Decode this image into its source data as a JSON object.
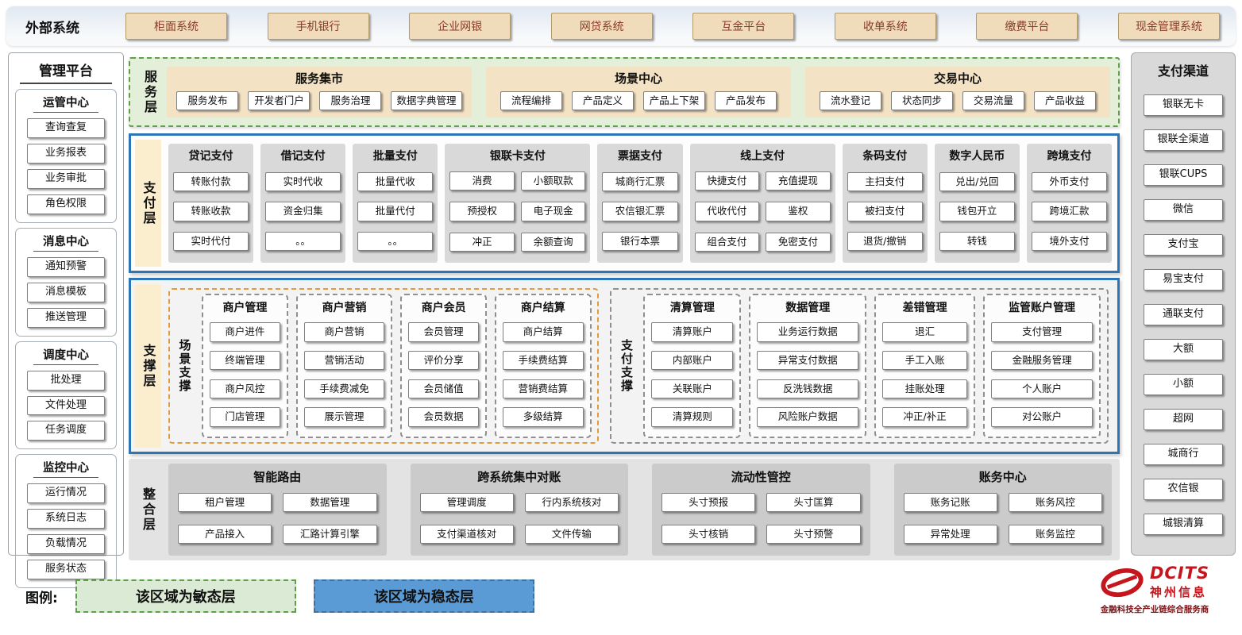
{
  "colors": {
    "agile_green": "#70ad47",
    "stable_blue": "#2e75b6",
    "brand_red": "#c4161c"
  },
  "external": {
    "label": "外部系统",
    "systems": [
      "柜面系统",
      "手机银行",
      "企业网银",
      "网贷系统",
      "互金平台",
      "收单系统",
      "缴费平台",
      "现金管理系统"
    ]
  },
  "management": {
    "title": "管理平台",
    "sections": [
      {
        "title": "运管中心",
        "items": [
          "查询查复",
          "业务报表",
          "业务审批",
          "角色权限"
        ]
      },
      {
        "title": "消息中心",
        "items": [
          "通知预警",
          "消息模板",
          "推送管理"
        ]
      },
      {
        "title": "调度中心",
        "items": [
          "批处理",
          "文件处理",
          "任务调度"
        ]
      },
      {
        "title": "监控中心",
        "items": [
          "运行情况",
          "系统日志",
          "负载情况",
          "服务状态"
        ]
      }
    ]
  },
  "service_layer": {
    "label": "服务层",
    "groups": [
      {
        "title": "服务集市",
        "items": [
          "服务发布",
          "开发者门户",
          "服务治理",
          "数据字典管理"
        ]
      },
      {
        "title": "场景中心",
        "items": [
          "流程编排",
          "产品定义",
          "产品上下架",
          "产品发布"
        ]
      },
      {
        "title": "交易中心",
        "items": [
          "流水登记",
          "状态同步",
          "交易流量",
          "产品收益"
        ]
      }
    ]
  },
  "payment_layer": {
    "label": "支付层",
    "groups": [
      {
        "title": "贷记支付",
        "items": [
          "转账付款",
          "转账收款",
          "实时代付"
        ]
      },
      {
        "title": "借记支付",
        "items": [
          "实时代收",
          "资金归集",
          "。。"
        ]
      },
      {
        "title": "批量支付",
        "items": [
          "批量代收",
          "批量代付",
          "。。"
        ]
      },
      {
        "title": "银联卡支付",
        "items": [
          "消费",
          "小额取款",
          "预授权",
          "电子现金",
          "冲正",
          "余额查询"
        ]
      },
      {
        "title": "票据支付",
        "items": [
          "城商行汇票",
          "农信银汇票",
          "银行本票"
        ]
      },
      {
        "title": "线上支付",
        "items": [
          "快捷支付",
          "充值提现",
          "代收代付",
          "鉴权",
          "组合支付",
          "免密支付"
        ]
      },
      {
        "title": "条码支付",
        "items": [
          "主扫支付",
          "被扫支付",
          "退货/撤销"
        ]
      },
      {
        "title": "数字人民币",
        "items": [
          "兑出/兑回",
          "钱包开立",
          "转钱"
        ]
      },
      {
        "title": "跨境支付",
        "items": [
          "外币支付",
          "跨境汇款",
          "境外支付"
        ]
      }
    ]
  },
  "support_layer": {
    "label": "支撑层",
    "scene": {
      "label": "场景支撑",
      "groups": [
        {
          "title": "商户管理",
          "items": [
            "商户进件",
            "终端管理",
            "商户风控",
            "门店管理"
          ]
        },
        {
          "title": "商户营销",
          "items": [
            "商户营销",
            "营销活动",
            "手续费减免",
            "展示管理"
          ]
        },
        {
          "title": "商户会员",
          "items": [
            "会员管理",
            "评价分享",
            "会员储值",
            "会员数据"
          ]
        },
        {
          "title": "商户结算",
          "items": [
            "商户结算",
            "手续费结算",
            "营销费结算",
            "多级结算"
          ]
        }
      ]
    },
    "pay": {
      "label": "支付支撑",
      "groups": [
        {
          "title": "清算管理",
          "items": [
            "清算账户",
            "内部账户",
            "关联账户",
            "清算规则"
          ]
        },
        {
          "title": "数据管理",
          "items": [
            "业务运行数据",
            "异常支付数据",
            "反洗钱数据",
            "风险账户数据"
          ]
        },
        {
          "title": "差错管理",
          "items": [
            "退汇",
            "手工入账",
            "挂账处理",
            "冲正/补正"
          ]
        },
        {
          "title": "监管账户管理",
          "items": [
            "支付管理",
            "金融服务管理",
            "个人账户",
            "对公账户"
          ]
        }
      ]
    }
  },
  "integration_layer": {
    "label": "整合层",
    "groups": [
      {
        "title": "智能路由",
        "items": [
          "租户管理",
          "数据管理",
          "产品接入",
          "汇路计算引擎"
        ]
      },
      {
        "title": "跨系统集中对账",
        "items": [
          "管理调度",
          "行内系统核对",
          "支付渠道核对",
          "文件传输"
        ]
      },
      {
        "title": "流动性管控",
        "items": [
          "头寸预报",
          "头寸匡算",
          "头寸核销",
          "头寸预警"
        ]
      },
      {
        "title": "账务中心",
        "items": [
          "账务记账",
          "账务风控",
          "异常处理",
          "账务监控"
        ]
      }
    ]
  },
  "channels": {
    "title": "支付渠道",
    "items": [
      "银联无卡",
      "银联全渠道",
      "银联CUPS",
      "微信",
      "支付宝",
      "易宝支付",
      "通联支付",
      "大额",
      "小额",
      "超网",
      "城商行",
      "农信银",
      "城银清算"
    ]
  },
  "legend": {
    "label": "图例:",
    "agile": "该区域为敏态层",
    "stable": "该区域为稳态层"
  },
  "logo": {
    "name": "DCITS",
    "company": "神州信息",
    "tagline": "金融科技全产业链综合服务商"
  }
}
